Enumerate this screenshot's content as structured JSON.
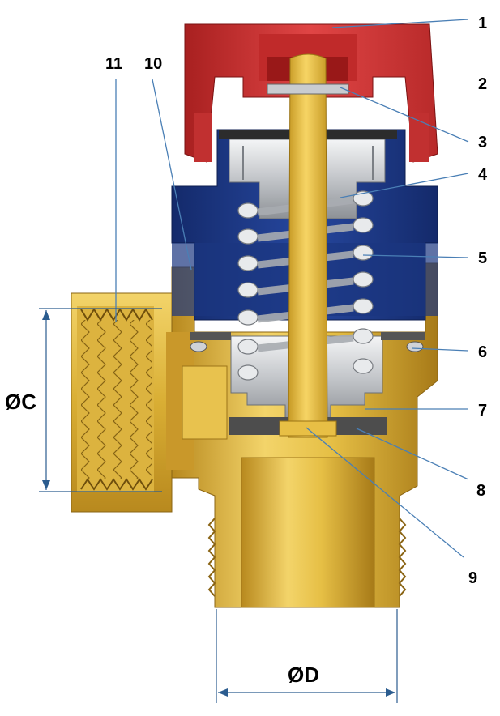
{
  "callouts": {
    "c1": "1",
    "c2": "2",
    "c3": "3",
    "c4": "4",
    "c5": "5",
    "c6": "6",
    "c7": "7",
    "c8": "8",
    "c9": "9",
    "c10": "10",
    "c11": "11"
  },
  "dimensions": {
    "inlet_diameter": "ØC",
    "outlet_diameter": "ØD"
  },
  "colors": {
    "cap_red": "#d63a3a",
    "bonnet_blue": "#1f3a8a",
    "body_brass": "#e5c14a",
    "stem_gold": "#f0c53c",
    "spring_silver": "#cfd2d6",
    "seal_gray": "#4d4d4d",
    "leader_blue": "#4a7fb5"
  }
}
